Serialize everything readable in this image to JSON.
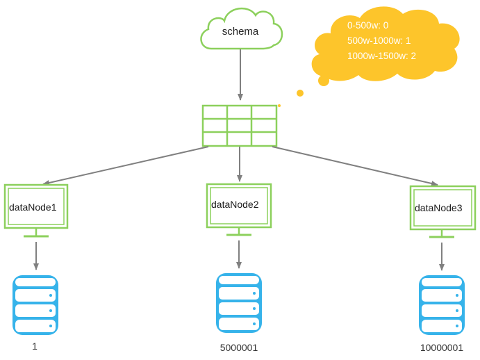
{
  "schema": {
    "label": "schema"
  },
  "rules": {
    "lines": [
      "0-500w: 0",
      "500w-1000w: 1",
      "1000w-1500w: 2"
    ]
  },
  "nodes": [
    {
      "label": "dataNode1",
      "db_label": "1"
    },
    {
      "label": "dataNode2",
      "db_label": "5000001"
    },
    {
      "label": "dataNode3",
      "db_label": "10000001"
    }
  ],
  "colors": {
    "node_green": "#8cd05c",
    "db_blue": "#36b3ea",
    "arrow_gray": "#808080",
    "cloud_yellow": "#fdc52b"
  }
}
